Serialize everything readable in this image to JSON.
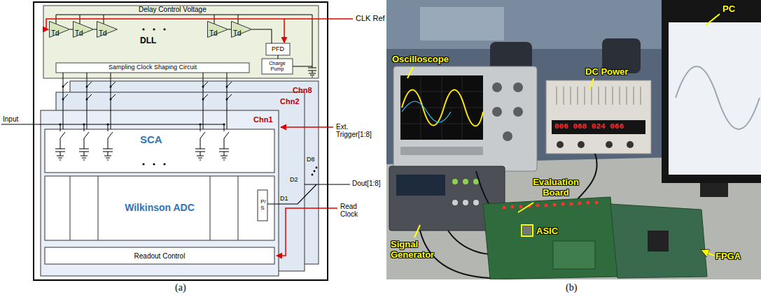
{
  "diagram": {
    "nodes": [
      {
        "text": [
          "DLL"
        ]
      },
      {
        "text": [
          "Td"
        ],
        "in": 0
      },
      {
        "text": [
          "Td"
        ],
        "in": 0
      },
      {
        "text": [
          "Td"
        ],
        "in": 0
      },
      {
        "text": [
          "Td"
        ],
        "in": 0
      },
      {
        "text": [
          "Td"
        ],
        "in": 0
      },
      {
        "text": [
          "PFD"
        ],
        "in": 0
      },
      {
        "text": [
          "Charge Pump"
        ],
        "in": 0
      },
      {
        "text": [
          "Sampling Clock Shaping Circuit"
        ],
        "in": 0
      },
      {
        "text": [
          "Chn8"
        ]
      },
      {
        "text": [
          "Chn2"
        ]
      },
      {
        "text": [
          "Chn1"
        ]
      },
      {
        "text": [
          "SCA"
        ],
        "in": 11
      },
      {
        "text": [
          "Wilkinson ADC"
        ],
        "in": 11
      },
      {
        "text": [
          "P/S"
        ],
        "in": 13
      },
      {
        "text": [
          "Readout Control"
        ],
        "in": 11
      }
    ],
    "edges": [
      {
        "from": 1,
        "to": 2,
        "arrow": "none"
      },
      {
        "from": 2,
        "to": 3,
        "arrow": "none"
      },
      {
        "from": 4,
        "to": 5,
        "arrow": "none"
      },
      {
        "from": 5,
        "to": 6,
        "arrow": "none"
      },
      {
        "from": 6,
        "to": 7,
        "arrow": "none"
      },
      {
        "from": 8,
        "to": 12,
        "arrow": "none"
      }
    ],
    "labels": [
      "Delay Control Voltage",
      "CLK Ref",
      "Input",
      "Ext. Trigger[1:8]",
      "D8",
      "D2",
      "D1",
      "Dout[1:8]",
      "Read Clock",
      "(a)",
      "Oscilloscope",
      "DC Power",
      "006 068 024 066",
      "PC",
      "Evaluation Board",
      "ASIC",
      "Signal Generator",
      "FPGA",
      "(b)"
    ]
  }
}
